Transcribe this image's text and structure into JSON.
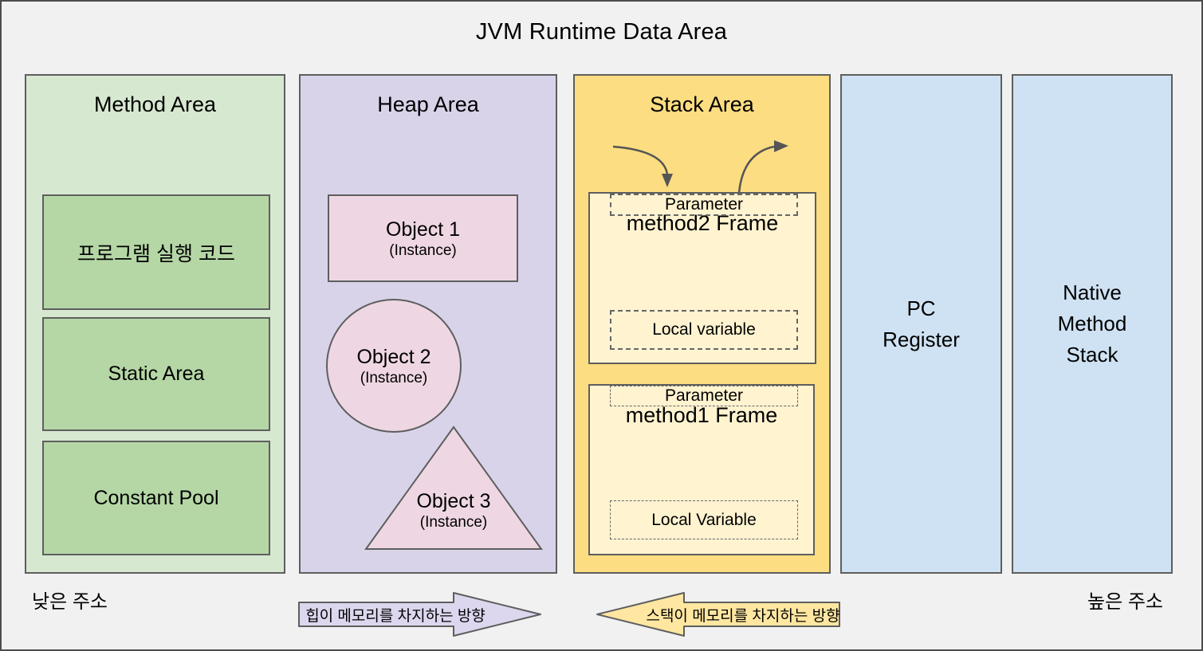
{
  "title": "JVM Runtime Data Area",
  "colors": {
    "bg": "#f1f1f1",
    "border_dark": "#4d4d4d",
    "shape_border": "#5e5e5e",
    "green_light": "#d7e8d1",
    "green_dark": "#b5d7a6",
    "purple": "#d9d3ea",
    "pink": "#eed7e3",
    "gold": "#fcdd81",
    "cream": "#fff3d0",
    "blue": "#cfe2f3",
    "arrow_purple": "#dcd7ee",
    "arrow_yellow": "#ffe7a1",
    "dash": "#666666",
    "curve_arrow": "#555555"
  },
  "method_area": {
    "title": "Method Area",
    "boxes": [
      "프로그램 실행 코드",
      "Static Area",
      "Constant Pool"
    ]
  },
  "heap_area": {
    "title": "Heap Area",
    "objects": [
      {
        "label": "Object 1",
        "sub": "(Instance)",
        "shape": "rectangle"
      },
      {
        "label": "Object 2",
        "sub": "(Instance)",
        "shape": "circle"
      },
      {
        "label": "Object 3",
        "sub": "(Instance)",
        "shape": "triangle"
      }
    ]
  },
  "stack_area": {
    "title": "Stack Area",
    "frames": [
      {
        "title": "method2 Frame",
        "slots": [
          "Local variable",
          "Parameter"
        ]
      },
      {
        "title": "method1 Frame",
        "slots": [
          "Local Variable",
          "Parameter"
        ]
      }
    ]
  },
  "pc_register": {
    "lines": [
      "PC",
      "Register"
    ]
  },
  "native_method_stack": {
    "lines": [
      "Native",
      "Method",
      "Stack"
    ]
  },
  "labels": {
    "low_address": "낮은 주소",
    "high_address": "높은 주소"
  },
  "direction_arrows": {
    "heap": "힙이 메모리를 차지하는 방향",
    "stack": "스택이 메모리를 차지하는 방향"
  }
}
